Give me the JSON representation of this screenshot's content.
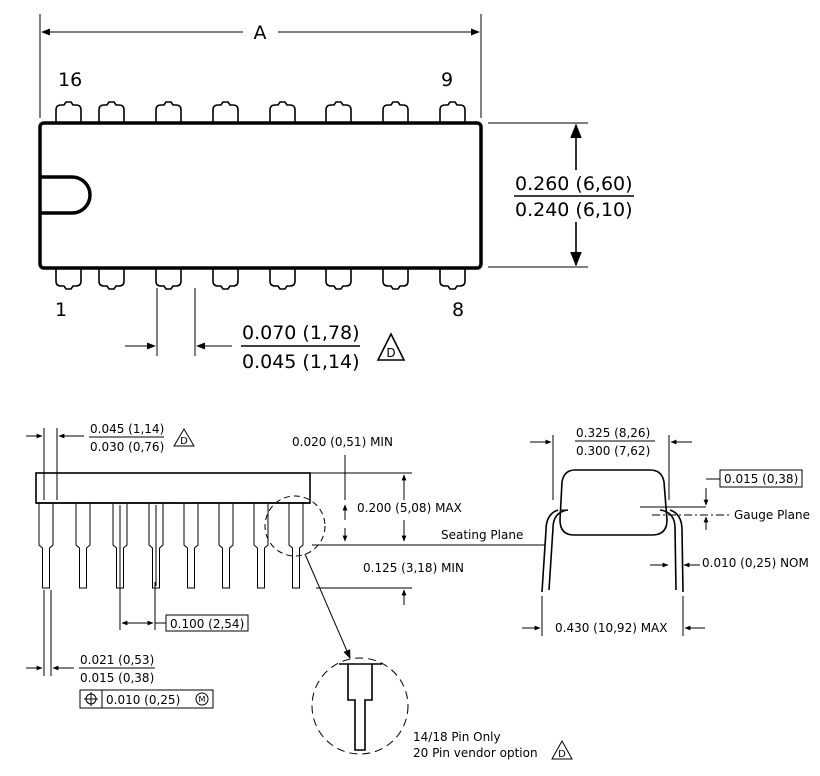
{
  "top_view": {
    "dim_a": "A",
    "pin_16": "16",
    "pin_9": "9",
    "pin_1": "1",
    "pin_8": "8",
    "width_max": "0.260 (6,60)",
    "width_min": "0.240 (6,10)",
    "lead_w_max": "0.070 (1,78)",
    "lead_w_min": "0.045 (1,14)",
    "note_d": "D"
  },
  "side_view": {
    "end_lead_max": "0.045 (1,14)",
    "end_lead_min": "0.030 (0,76)",
    "note_d": "D",
    "standoff": "0.020 (0,51) MIN",
    "body_height": "0.200 (5,08) MAX",
    "seating_plane": "Seating Plane",
    "lead_length": "0.125 (3,18) MIN",
    "pitch": "0.100 (2,54)",
    "lead_th_max": "0.021 (0,53)",
    "lead_th_min": "0.015 (0,38)",
    "position_tol": "0.010 (0,25)",
    "mmc": "M"
  },
  "end_view": {
    "row_max": "0.325 (8,26)",
    "row_min": "0.300 (7,62)",
    "gauge_dim": "0.015 (0,38)",
    "gauge_plane": "Gauge Plane",
    "lead_thickness": "0.010 (0,25) NOM",
    "span_max": "0.430 (10,92) MAX"
  },
  "detail": {
    "note_line1": "14/18 Pin Only",
    "note_line2": "20 Pin vendor option",
    "note_d": "D"
  }
}
